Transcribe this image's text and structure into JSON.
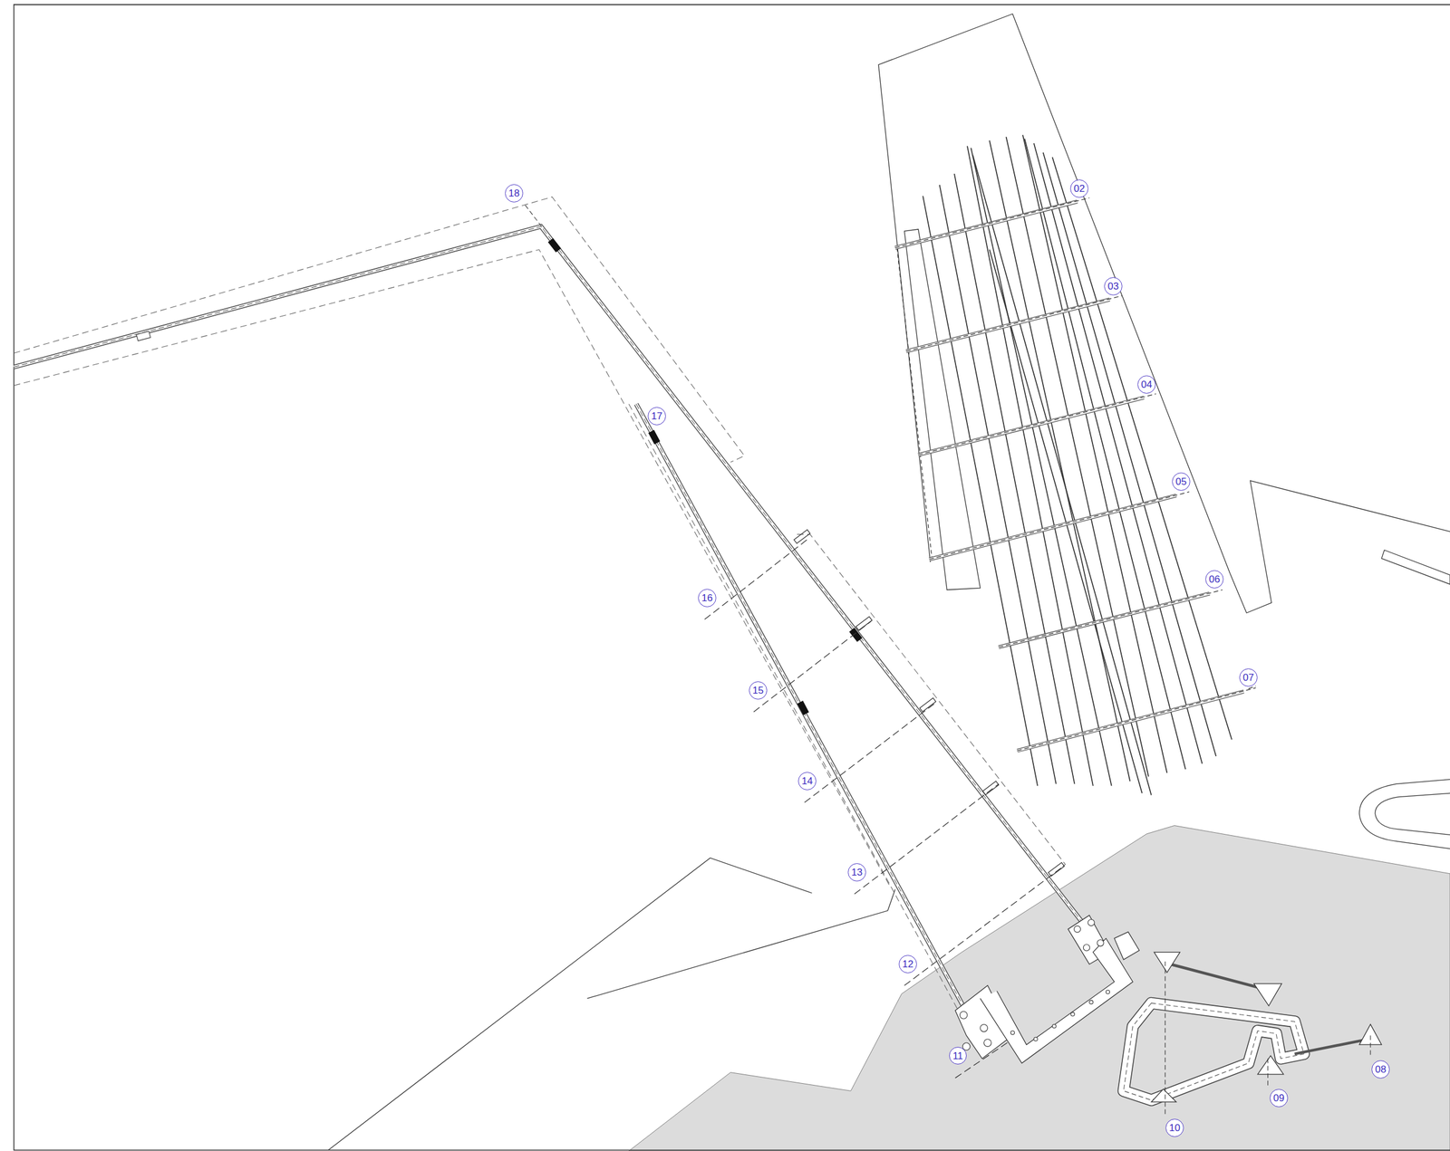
{
  "diagram": {
    "nodes": [
      {
        "text": [
          "18"
        ]
      },
      {
        "text": [
          "02"
        ]
      },
      {
        "text": [
          "03"
        ]
      },
      {
        "text": [
          "04"
        ]
      },
      {
        "text": [
          "17"
        ]
      },
      {
        "text": [
          "05"
        ]
      },
      {
        "text": [
          "06"
        ]
      },
      {
        "text": [
          "16"
        ]
      },
      {
        "text": [
          "07"
        ]
      },
      {
        "text": [
          "15"
        ]
      },
      {
        "text": [
          "14"
        ]
      },
      {
        "text": [
          "13"
        ]
      },
      {
        "text": [
          "12"
        ]
      },
      {
        "text": [
          "11"
        ]
      },
      {
        "text": [
          "08"
        ]
      },
      {
        "text": [
          "09"
        ]
      },
      {
        "text": [
          "10"
        ]
      }
    ]
  }
}
